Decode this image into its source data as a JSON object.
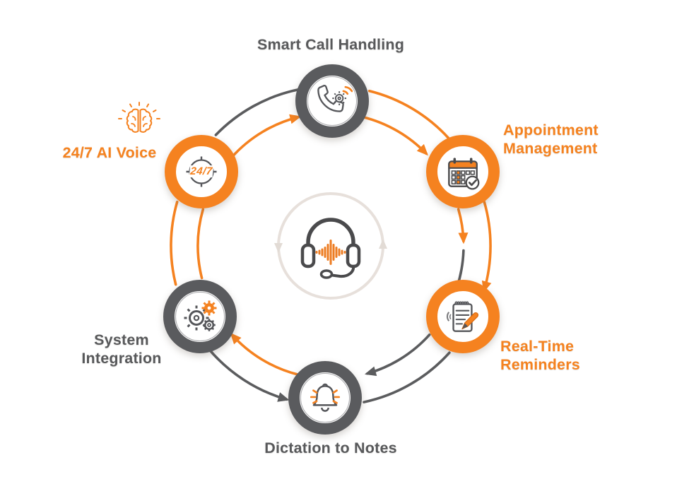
{
  "diagram": {
    "center": {
      "icon": "headset-voice-icon"
    },
    "nodes": [
      {
        "id": "smart-call-handling",
        "label": "Smart Call Handling",
        "ring": "gray",
        "icon": "phone-gear-icon"
      },
      {
        "id": "appointment-management",
        "line1": "Appointment",
        "line2": "Management",
        "ring": "orange",
        "icon": "calendar-check-icon"
      },
      {
        "id": "real-time-reminders",
        "line1": "Real-Time",
        "line2": "Reminders",
        "ring": "orange",
        "icon": "notepad-pencil-icon"
      },
      {
        "id": "dictation-to-notes",
        "label": "Dictation to Notes",
        "ring": "gray",
        "icon": "bell-icon"
      },
      {
        "id": "system-integration",
        "line1": "System",
        "line2": "Integration",
        "ring": "gray",
        "icon": "gears-icon"
      },
      {
        "id": "ai-voice-24-7",
        "label": "24/7 AI Voice",
        "badge": "24/7",
        "ring": "orange",
        "icon": "brain-icon"
      }
    ],
    "colors": {
      "orange": "#F58220",
      "gray": "#58595B",
      "ring_light": "#E7E0DB"
    }
  }
}
